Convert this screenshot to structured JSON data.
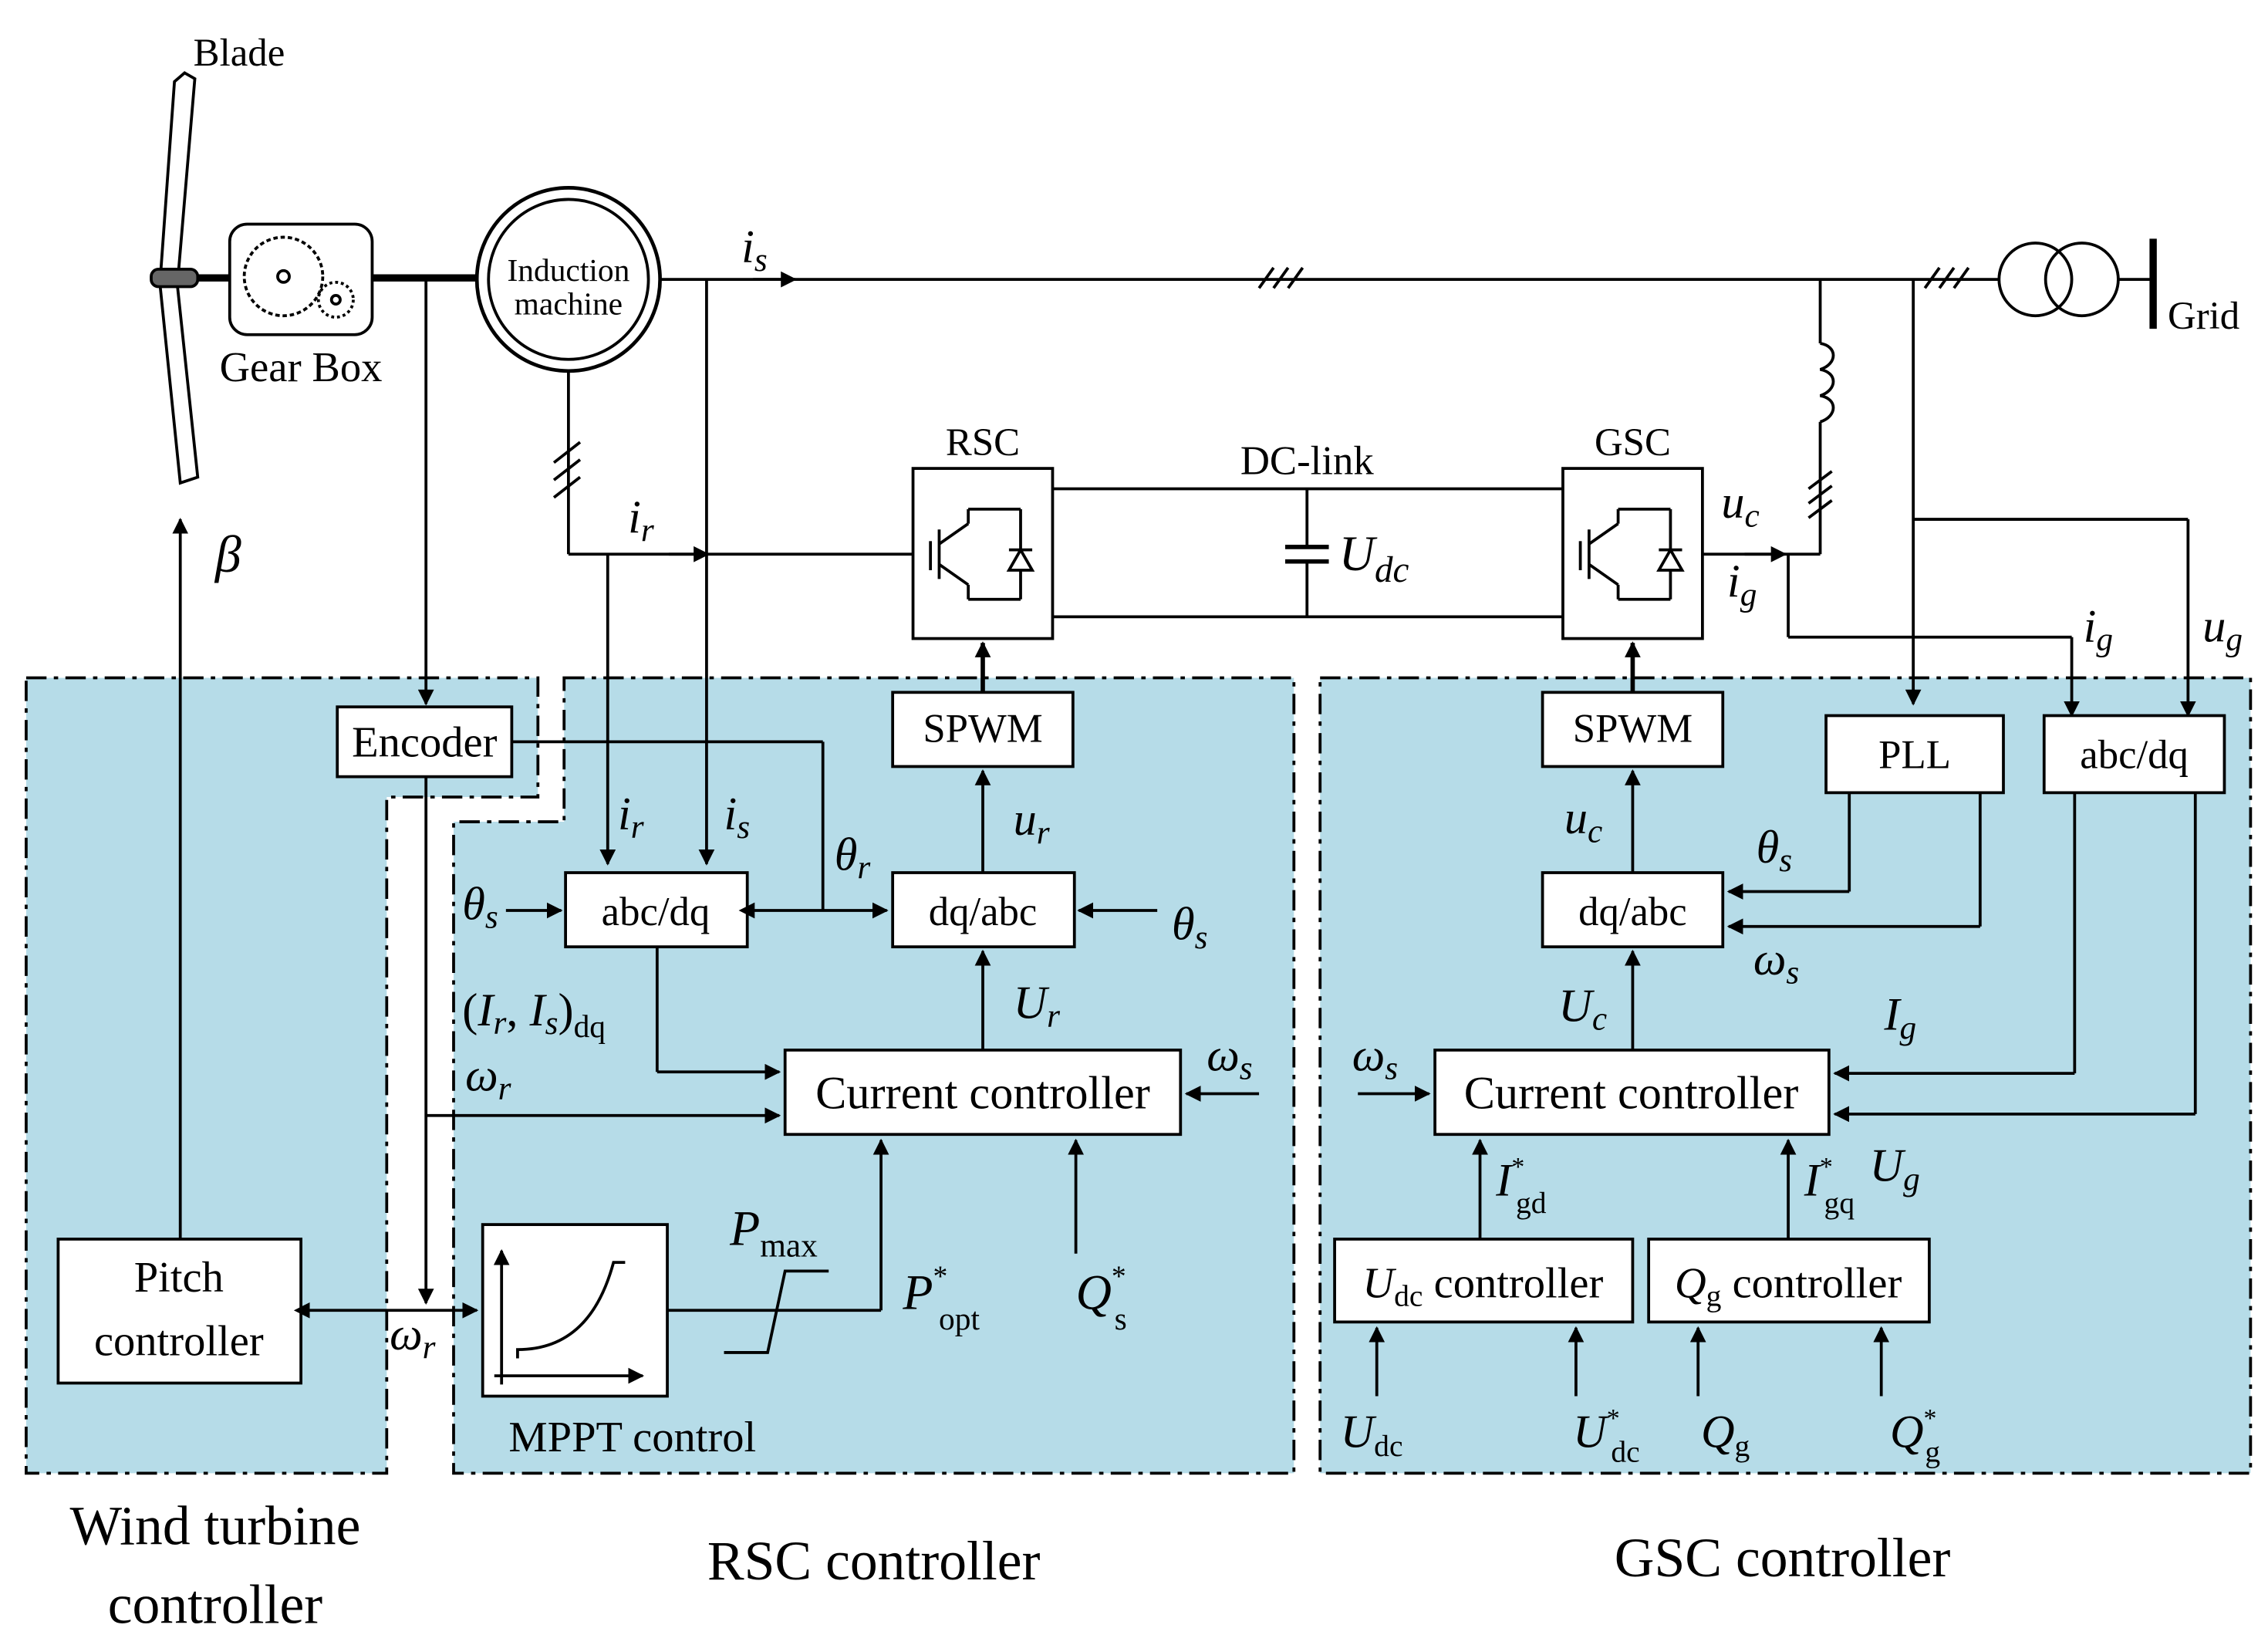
{
  "colors": {
    "panel": "#b6dce8",
    "line": "#000000",
    "box": "#ffffff"
  },
  "turbine": {
    "blade_label": "Blade",
    "gearbox_label": "Gear Box",
    "pitch_angle": "β"
  },
  "machine": {
    "line1": "Induction",
    "line2": "machine"
  },
  "grid": {
    "label": "Grid"
  },
  "converters": {
    "rsc": "RSC",
    "gsc": "GSC",
    "dclink": "DC-link"
  },
  "signals": {
    "i": "i",
    "u": "u",
    "I": "I",
    "U": "U",
    "P": "P",
    "Q": "Q",
    "theta": "θ",
    "omega": "ω",
    "star": "*",
    "s": "s",
    "r": "r",
    "c": "c",
    "g": "g",
    "dc": "dc",
    "max": "max",
    "opt": "opt",
    "gd": "gd",
    "gq": "gq",
    "dq": "dq",
    "paren_open": "(",
    "comma": ",",
    "paren_close": ")"
  },
  "blocks": {
    "encoder": "Encoder",
    "spwm": "SPWM",
    "abcdq": "abc/dq",
    "dqabc": "dq/abc",
    "pll": "PLL",
    "current_controller": "Current controller",
    "pitch_line1": "Pitch",
    "pitch_line2": "controller",
    "mppt": "MPPT control",
    "controller_word": "controller"
  },
  "panels": {
    "wt_line1": "Wind turbine",
    "wt_line2": "controller",
    "rsc": "RSC controller",
    "gsc": "GSC controller"
  }
}
